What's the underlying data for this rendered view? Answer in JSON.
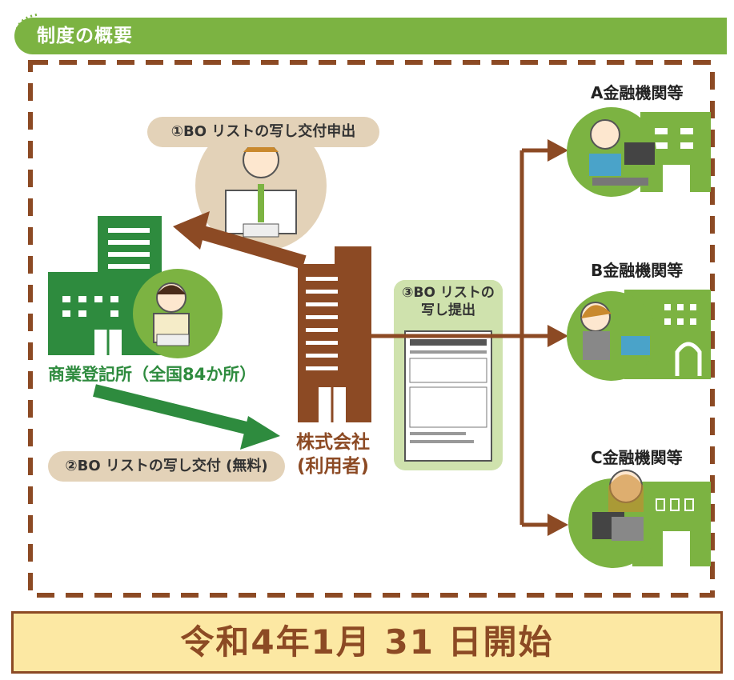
{
  "header": {
    "title": "制度の概要"
  },
  "step1_label": "①BO リストの写し交付申出",
  "step2_label": "②BO リストの写し交付 (無料)",
  "step3_label_line1": "③BO リストの",
  "step3_label_line2": "写し提出",
  "registry": {
    "label": "商業登記所（全国84か所）"
  },
  "company": {
    "line1": "株式会社",
    "line2": "(利用者)"
  },
  "banks": [
    {
      "label": "A金融機関等"
    },
    {
      "label": "B金融機関等"
    },
    {
      "label": "C金融機関等"
    }
  ],
  "footer": {
    "text": "令和4年1月 31 日開始"
  },
  "colors": {
    "green": "#7cb342",
    "dark_green": "#2e8b3e",
    "brown": "#8c4a24",
    "pill": "#e3d2b8",
    "cream": "#fce8a3"
  }
}
